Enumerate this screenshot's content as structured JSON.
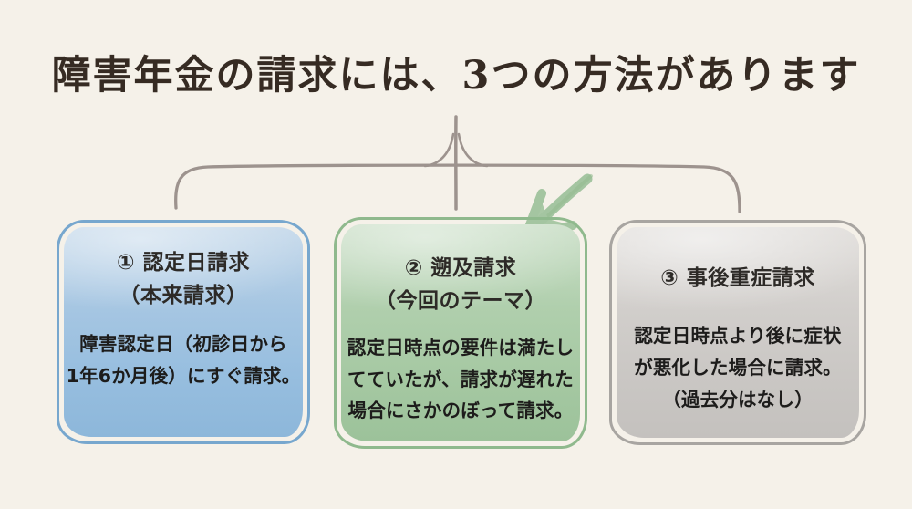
{
  "title": "障害年金の請求には、3つの方法があります",
  "cards": [
    {
      "id": "nintei-bi-seikyu",
      "title": "① 認定日請求\n（本来請求）",
      "body": "障害認定日（初診日から\n1年6か月後）にすぐ請求。",
      "accent_color": "#77a7ce",
      "fill_color": "#9ec2e0"
    },
    {
      "id": "sokyu-seikyu",
      "title": "② 遡及請求\n（今回のテーマ）",
      "body": "認定日時点の要件は満たし\nてていたが、請求が遅れた\n場合にさかのぼって請求。",
      "accent_color": "#8fb98d",
      "fill_color": "#a5c8a2",
      "highlighted": true
    },
    {
      "id": "jigo-jusho-seikyu",
      "title": "③ 事後重症請求",
      "body": "認定日時点より後に症状\nが悪化した場合に請求。\n（過去分はなし）",
      "accent_color": "#a8a5a1",
      "fill_color": "#c9c6c3"
    }
  ],
  "colors": {
    "background": "#f5f1e9",
    "title_text": "#362b23",
    "connector_line": "#9d938e",
    "highlight_arrow": "#a4c5a1",
    "card_text": "#1d1c1b"
  },
  "icons": {
    "connector": "branch-bracket",
    "arrow": "highlight-arrow"
  }
}
